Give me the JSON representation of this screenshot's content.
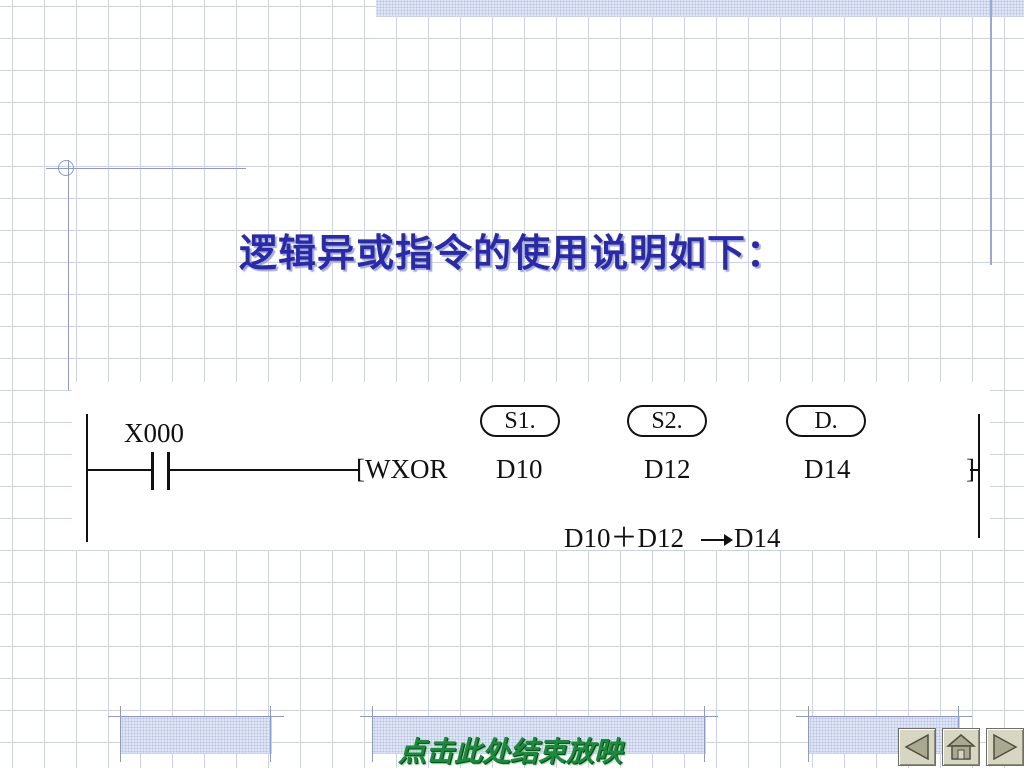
{
  "slide": {
    "title": "逻辑异或指令的使用说明如下："
  },
  "ladder": {
    "contact_label": "X000",
    "instruction_open": "[WXOR",
    "operand_s1_tag": "S1.",
    "operand_s2_tag": "S2.",
    "operand_d_tag": "D.",
    "operand_s1": "D10",
    "operand_s2": "D12",
    "operand_d": "D14",
    "instruction_close": "]",
    "formula_left": "D10＋D12",
    "formula_right": "D14"
  },
  "footer": {
    "end_show_label": "点击此处结束放映"
  },
  "icons": {
    "prev": "triangle-left-icon",
    "home": "home-icon",
    "next": "triangle-right-icon"
  },
  "colors": {
    "title": "#2a2aa8",
    "end_show": "#1c8a3c",
    "grid": "#c8d2ea"
  }
}
